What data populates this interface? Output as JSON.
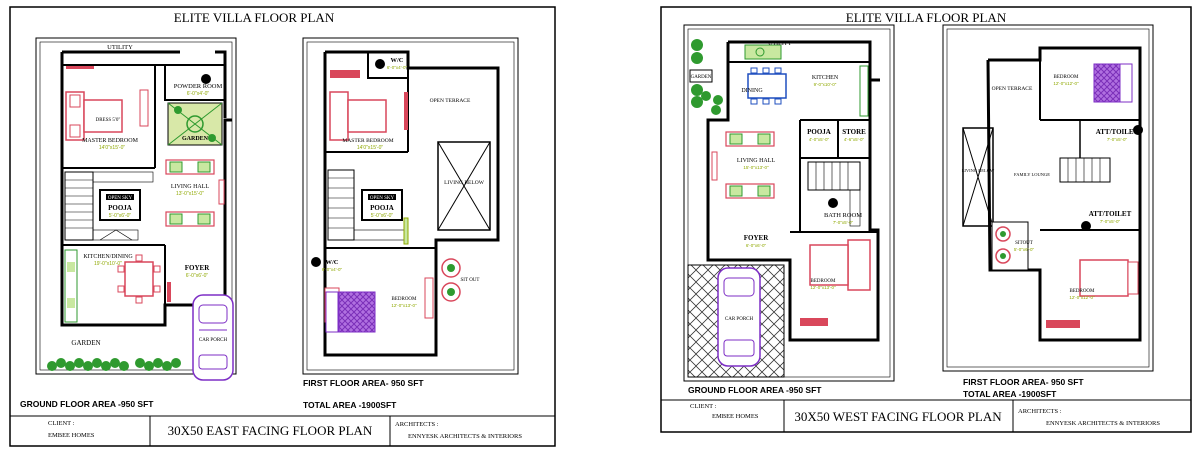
{
  "left": {
    "title": "ELITE VILLA FLOOR PLAN",
    "ground": {
      "utility": "UTILITY",
      "powder_room": "POWDER ROOM",
      "powder_room_dim": "6'-0\"x4'-0\"",
      "garden_inner": "GARDEN",
      "dress": "DRESS 5'0\"",
      "master_bedroom": "MASTER BEDROOM",
      "master_bedroom_dim": "14'0\"x15'-0\"",
      "living_hall": "LIVING HALL",
      "living_hall_dim": "13'-0\"x15'-0\"",
      "open_sky": "OPEN SKY",
      "pooja": "POOJA",
      "pooja_dim": "5'-0\"x6'-0\"",
      "kitchen_dining": "KITCHEN/DINING",
      "kitchen_dining_dim": "19'-0\"x10'-0\"",
      "foyer": "FOYER",
      "foyer_dim": "6'-0\"x6'-0\"",
      "car_porch": "CAR PORCH",
      "garden": "GARDEN",
      "area": "GROUND FLOOR AREA -950 SFT"
    },
    "first": {
      "wc_top": "W/C",
      "wc_top_dim": "6'-0\"x4'-0\"",
      "open_terrace": "OPEN TERRACE",
      "master_bedroom": "MASTER BEDROOM",
      "master_bedroom_dim": "14'0\"x15'-0\"",
      "living_below": "LIVING BELOW",
      "open_sky": "OPEN SKY",
      "pooja": "POOJA",
      "pooja_dim": "5'-0\"x6'-0\"",
      "wc_bottom": "W/C",
      "wc_bottom_dim": "6'-0\"x4'-0\"",
      "sitout": "SIT OUT",
      "bedroom": "BEDROOM",
      "bedroom_dim": "12'-0\"x13'-0\"",
      "area_line1": "FIRST FLOOR AREA- 950 SFT",
      "area_line2": "TOTAL AREA -1900SFT"
    },
    "client_label": "CLIENT :",
    "client_name": "EMBEE HOMES",
    "plan_title": "30X50  EAST FACING  FLOOR PLAN",
    "architects_label": "ARCHITECTS :",
    "architects_name": "ENNYESK  ARCHITECTS & INTERIORS"
  },
  "right": {
    "title": "ELITE VILLA FLOOR PLAN",
    "ground": {
      "utility": "UTILITY",
      "garden": "GARDEN",
      "dining": "DINING",
      "kitchen": "KITCHEN",
      "kitchen_dim": "9'-0\"x10'-0\"",
      "pooja": "POOJA",
      "pooja_dim": "4'-0\"x5'-0\"",
      "store": "STORE",
      "store_dim": "4'-6\"x5'-0\"",
      "living_hall": "LIVING HALL",
      "living_hall_dim": "15'-0\"x13'-0\"",
      "bath_room": "BATH ROOM",
      "bath_room_dim": "7'-0\"x5'-0\"",
      "foyer": "FOYER",
      "foyer_dim": "6'-0\"x6'-0\"",
      "car_porch": "CAR PORCH",
      "bedroom": "BEDROOM",
      "bedroom_dim": "12'-0\"x13'-0\"",
      "area": "GROUND FLOOR AREA -950 SFT"
    },
    "first": {
      "bedroom_top": "BEDROOM",
      "bedroom_top_dim": "12'-0\"x12'-0\"",
      "open_terrace": "OPEN TERRACE",
      "att_toilet_top": "ATT/TOILET",
      "att_toilet_top_dim": "7'-0\"x5'-0\"",
      "living_below": "LIVING BELOW",
      "family_lounge": "FAMILY LOUNGE",
      "att_toilet_mid": "ATT/TOILET",
      "att_toilet_mid_dim": "7'-0\"x5'-0\"",
      "sitout": "SITOUT",
      "sitout_dim": "5'-0\"x6'-0\"",
      "bedroom": "BEDROOM",
      "bedroom_dim": "12'-0\"x12'-0\"",
      "area_line1": "FIRST FLOOR AREA- 950 SFT",
      "area_line2": "TOTAL AREA -1900SFT"
    },
    "client_label": "CLIENT :",
    "client_name": "EMBEE HOMES",
    "plan_title": "30X50  WEST FACING  FLOOR PLAN",
    "architects_label": "ARCHITECTS :",
    "architects_name": "ENNYESK  ARCHITECTS & INTERIORS"
  },
  "colors": {
    "wall": "#000000",
    "furniture": "#d9475b",
    "plant": "#2f9a2f",
    "green_dim": "#8fa800",
    "door": "#e06060",
    "car": "#7d2ec5",
    "bed_fill": "#9b59d0",
    "label_fill": "#ffffff"
  }
}
